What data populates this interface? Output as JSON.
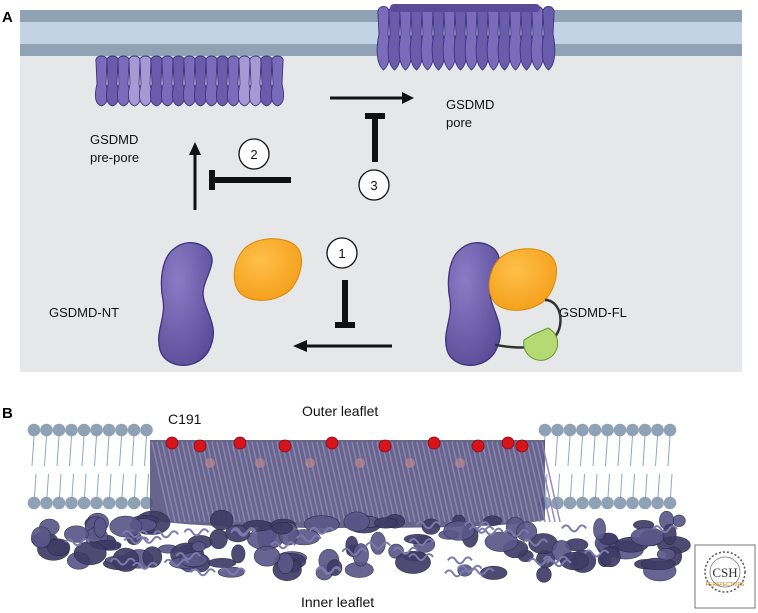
{
  "panel_a": {
    "letter": "A",
    "pore_label_line1": "GSDMD",
    "pore_label_line2": "pore",
    "prepore_label_line1": "GSDMD",
    "prepore_label_line2": "pre-pore",
    "nt_label": "GSDMD-NT",
    "fl_label": "GSDMD-FL",
    "steps": [
      "1",
      "2",
      "3"
    ]
  },
  "panel_b": {
    "letter": "B",
    "outer_label": "Outer leaflet",
    "inner_label": "Inner leaflet",
    "residue_label": "C191"
  },
  "logo": {
    "text_main": "CSH",
    "text_sub": "PERSPECTIVES"
  },
  "colors": {
    "membrane_band": "#8fa3b5",
    "membrane_inner": "#c3d3e6",
    "panel_bg": "#e6e7e9",
    "protein_purple": "#6656a3",
    "protein_orange": "#f7a51f",
    "protein_green": "#b5da74",
    "residue_red": "#d8141b"
  }
}
